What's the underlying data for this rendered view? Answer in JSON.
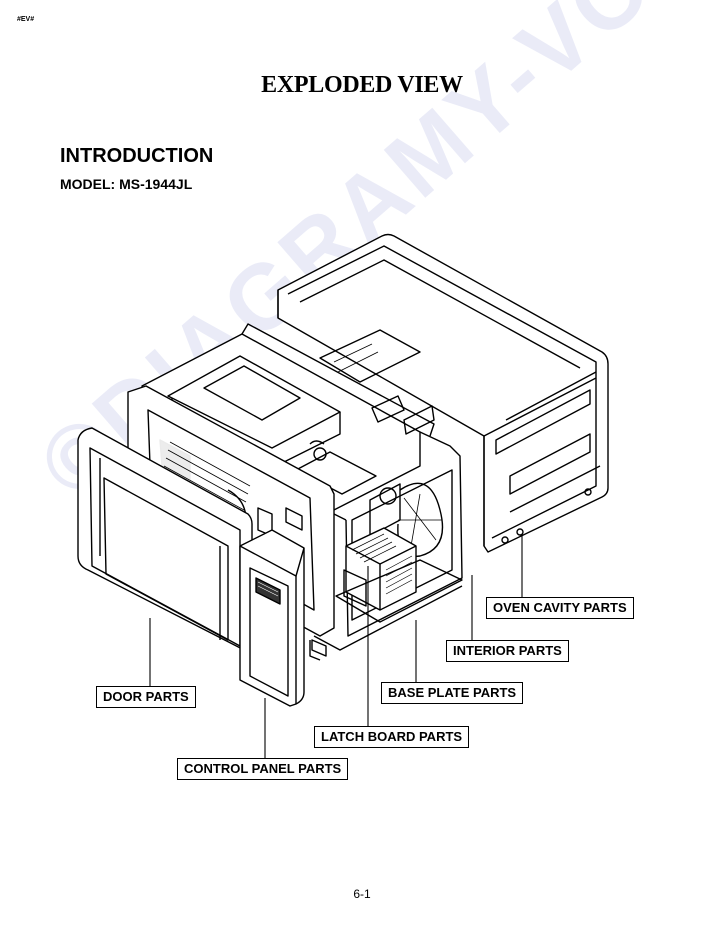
{
  "header": {
    "corner_tag": "#EV#",
    "title": "EXPLODED VIEW"
  },
  "intro": {
    "heading": "INTRODUCTION",
    "model": "MODEL: MS-1944JL"
  },
  "watermark": "©DIAGRAMY-VODEJ.cz",
  "callouts": {
    "oven_cavity": "OVEN CAVITY PARTS",
    "interior": "INTERIOR PARTS",
    "base_plate": "BASE PLATE PARTS",
    "door": "DOOR PARTS",
    "latch_board": "LATCH BOARD PARTS",
    "control_panel": "CONTROL PANEL PARTS"
  },
  "footer": {
    "page_number": "6-1"
  }
}
